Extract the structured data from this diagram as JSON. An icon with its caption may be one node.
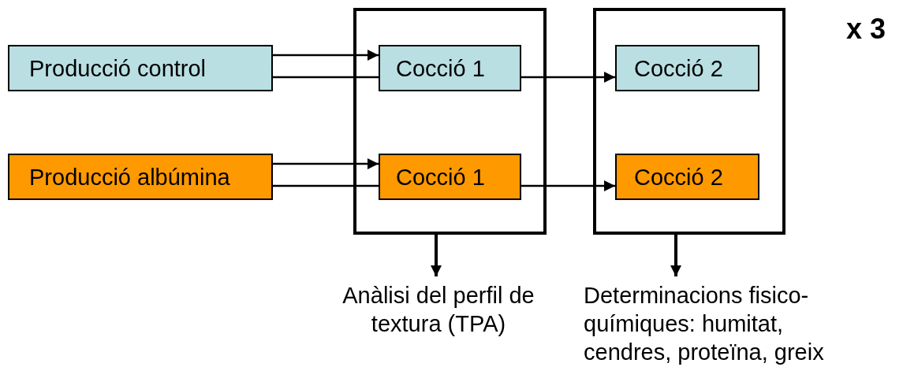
{
  "diagram": {
    "nodes": [
      {
        "text": [
          "Producció control"
        ]
      },
      {
        "text": [
          "Producció albúmina"
        ]
      },
      {
        "text": [],
        "shape": "box"
      },
      {
        "text": [
          "Cocció 1"
        ],
        "in": 2
      },
      {
        "text": [
          "Cocció 1"
        ],
        "in": 2
      },
      {
        "text": [],
        "shape": "box"
      },
      {
        "text": [
          "Cocció 2"
        ],
        "in": 5
      },
      {
        "text": [
          "Cocció 2"
        ],
        "in": 5
      },
      {
        "text": [
          "Anàlisi del perfil de textura (TPA)"
        ]
      },
      {
        "text": [
          "Determinacions fisico-químiques: humitat, cendres, proteïna, greix"
        ]
      }
    ],
    "edges": [
      {
        "from": 0,
        "to": 3,
        "arrow": "to"
      },
      {
        "from": 0,
        "to": 3,
        "arrow": "none"
      },
      {
        "from": 1,
        "to": 4,
        "arrow": "to"
      },
      {
        "from": 1,
        "to": 4,
        "arrow": "none"
      },
      {
        "from": 3,
        "to": 6,
        "arrow": "to"
      },
      {
        "from": 4,
        "to": 7,
        "arrow": "to"
      },
      {
        "from": 2,
        "to": 8,
        "arrow": "to"
      },
      {
        "from": 5,
        "to": 9,
        "arrow": "to"
      }
    ],
    "labels": [
      "x 3"
    ]
  }
}
